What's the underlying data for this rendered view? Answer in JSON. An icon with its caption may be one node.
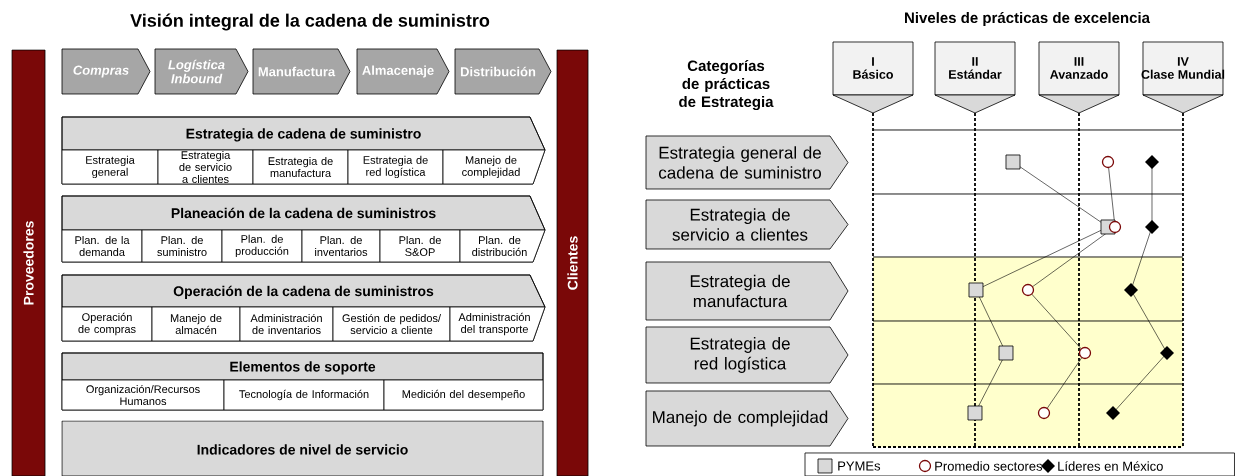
{
  "diagram": {
    "title": "Visión integral de la cadena de suministro",
    "nodes": [
      {
        "text": [
          "Proveedores"
        ]
      },
      {
        "text": [
          "Clientes"
        ]
      },
      {
        "text": [
          "Compras"
        ]
      },
      {
        "text": [
          "Logística Inbound"
        ]
      },
      {
        "text": [
          "Manufactura"
        ]
      },
      {
        "text": [
          "Almacenaje"
        ]
      },
      {
        "text": [
          "Distribución"
        ]
      },
      {
        "text": [
          "Estrategia de cadena de suministro"
        ]
      },
      {
        "text": [
          "Estrategia general"
        ],
        "in": 7
      },
      {
        "text": [
          "Estrategia de servicio a clientes"
        ],
        "in": 7
      },
      {
        "text": [
          "Estrategia de manufactura"
        ],
        "in": 7
      },
      {
        "text": [
          "Estrategia de red logística"
        ],
        "in": 7
      },
      {
        "text": [
          "Manejo de complejidad"
        ],
        "in": 7
      },
      {
        "text": [
          "Planeación de la cadena de suministros"
        ]
      },
      {
        "text": [
          "Plan. de la demanda"
        ],
        "in": 13
      },
      {
        "text": [
          "Plan. de suministro"
        ],
        "in": 13
      },
      {
        "text": [
          "Plan. de producción"
        ],
        "in": 13
      },
      {
        "text": [
          "Plan. de inventarios"
        ],
        "in": 13
      },
      {
        "text": [
          "Plan. de S&OP"
        ],
        "in": 13
      },
      {
        "text": [
          "Plan. de distribución"
        ],
        "in": 13
      },
      {
        "text": [
          "Operación de la cadena de suministros"
        ]
      },
      {
        "text": [
          "Operación de compras"
        ],
        "in": 20
      },
      {
        "text": [
          "Manejo de almacén"
        ],
        "in": 20
      },
      {
        "text": [
          "Administración de inventarios"
        ],
        "in": 20
      },
      {
        "text": [
          "Gestión de pedidos/ servicio a cliente"
        ],
        "in": 20
      },
      {
        "text": [
          "Administración del transporte"
        ],
        "in": 20
      },
      {
        "text": [
          "Elementos de soporte"
        ]
      },
      {
        "text": [
          "Organización/Recursos Humanos"
        ],
        "in": 26
      },
      {
        "text": [
          "Tecnología de Información"
        ],
        "in": 26
      },
      {
        "text": [
          "Medición del desempeño"
        ],
        "in": 26
      },
      {
        "text": [
          "Indicadores de nivel de servicio"
        ]
      },
      {
        "text": [
          "I",
          "Básico"
        ]
      },
      {
        "text": [
          "II",
          "Estándar"
        ]
      },
      {
        "text": [
          "III",
          "Avanzado"
        ]
      },
      {
        "text": [
          "IV",
          "Clase Mundial"
        ]
      },
      {
        "text": [
          "Estrategia general de cadena de suministro"
        ]
      },
      {
        "text": [
          "Estrategia de servicio a clientes"
        ]
      },
      {
        "text": [
          "Estrategia de manufactura"
        ]
      },
      {
        "text": [
          "Estrategia de red logística"
        ]
      },
      {
        "text": [
          "Manejo de complejidad"
        ]
      }
    ],
    "labels": [
      "Niveles de prácticas de excelencia",
      "Categorías de prácticas de Estrategia"
    ],
    "legend": [
      {
        "text": "PYMEs"
      },
      {
        "text": "Promedio sectores"
      },
      {
        "text": "Líderes en México"
      }
    ]
  }
}
